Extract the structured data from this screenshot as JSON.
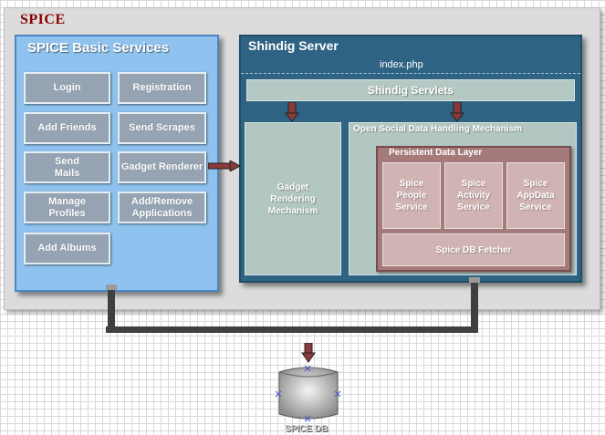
{
  "spice_title": "SPICE",
  "basic_services": {
    "title": "SPICE Basic Services",
    "items": [
      {
        "line1": "Login",
        "line2": ""
      },
      {
        "line1": "Registration",
        "line2": ""
      },
      {
        "line1": "Add Friends",
        "line2": ""
      },
      {
        "line1": "Send Scrapes",
        "line2": ""
      },
      {
        "line1": "Send",
        "line2": "Mails"
      },
      {
        "line1": "Gadget Renderer",
        "line2": ""
      },
      {
        "line1": "Manage",
        "line2": "Profiles"
      },
      {
        "line1": "Add/Remove",
        "line2": "Applications"
      },
      {
        "line1": "Add Albums",
        "line2": ""
      }
    ]
  },
  "shindig": {
    "title": "Shindig Server",
    "index": "index.php",
    "servlets": "Shindig Servlets",
    "gadget_mechanism": {
      "line1": "Gadget",
      "line2": "Rendering",
      "line3": "Mechanism"
    },
    "opensocial": "Open Social Data Handling Mechanism",
    "persistent_layer": {
      "title": "Persistent Data Layer",
      "services": [
        {
          "line1": "Spice",
          "line2": "People",
          "line3": "Service"
        },
        {
          "line1": "Spice",
          "line2": "Activity",
          "line3": "Service"
        },
        {
          "line1": "Spice",
          "line2": "AppData",
          "line3": "Service"
        }
      ],
      "fetcher": "Spice DB Fetcher"
    }
  },
  "database": {
    "label": "SPICE DB"
  },
  "colors": {
    "spice_title": "#8a0000",
    "basic_panel": "#8fc2ee",
    "shindig_panel": "#2e6383",
    "persistent_layer": "#a47a7a",
    "arrow": "#8a3a3a"
  }
}
